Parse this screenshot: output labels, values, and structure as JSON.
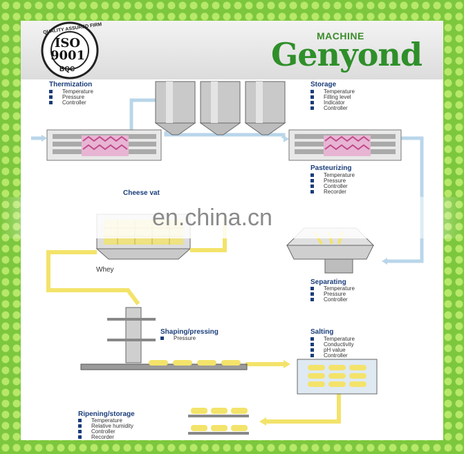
{
  "header": {
    "badge_ring_text": "QUALITY ASSURED FIRM",
    "badge_iso": "ISO",
    "badge_number": "9001",
    "badge_bottom": "BQC",
    "brand_small": "MACHINE",
    "brand_big": "Genyond"
  },
  "watermark": "en.china.cn",
  "steps": {
    "thermization": {
      "title": "Thermization",
      "items": [
        "Temperature",
        "Pressure",
        "Controller"
      ]
    },
    "storage": {
      "title": "Storage",
      "items": [
        "Temperature",
        "Filling level",
        "Indicator",
        "Controller"
      ]
    },
    "pasteurizing": {
      "title": "Pasteurizing",
      "items": [
        "Temperature",
        "Pressure",
        "Controller",
        "Recorder"
      ]
    },
    "cheese_vat": {
      "title": "Cheese vat"
    },
    "whey": "Whey",
    "separating": {
      "title": "Separating",
      "items": [
        "Temperature",
        "Pressure",
        "Controller"
      ]
    },
    "shaping": {
      "title": "Shaping/pressing",
      "items": [
        "Pressure"
      ]
    },
    "salting": {
      "title": "Salting",
      "items": [
        "Temperature",
        "Conductivity",
        "pH value",
        "Controller"
      ]
    },
    "ripening": {
      "title": "Ripening/storage",
      "items": [
        "Temperature",
        "Relative humidity",
        "Controller",
        "Recorder"
      ]
    }
  },
  "colors": {
    "milk_pipe": "#b9d6ea",
    "curd_pipe": "#f3e36a",
    "label_blue": "#1a3d7a",
    "frame_green": "#7cc73d"
  }
}
